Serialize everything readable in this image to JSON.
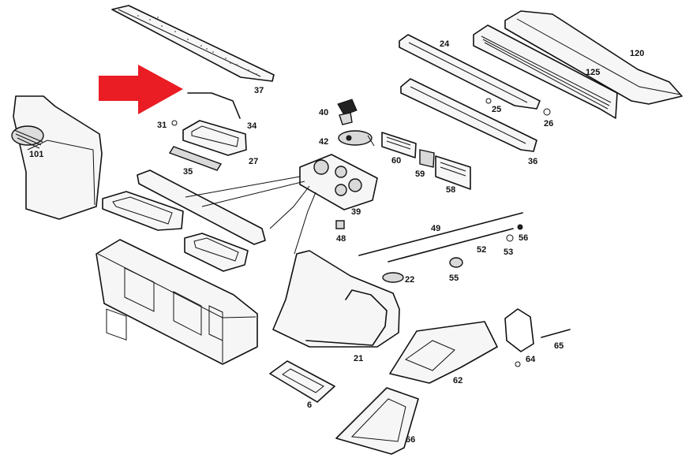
{
  "colors": {
    "arrow": "#ea1c24",
    "line": "#111111",
    "background": "#ffffff"
  },
  "labels": {
    "p120": "120",
    "p125": "125",
    "p24": "24",
    "p25": "25",
    "p26": "26",
    "p36": "36",
    "p37": "37",
    "p34": "34",
    "p31": "31",
    "p27": "27",
    "p35": "35",
    "p101": "101",
    "p40": "40",
    "p42": "42",
    "p60": "60",
    "p59": "59",
    "p58": "58",
    "p39": "39",
    "p48": "48",
    "p49": "49",
    "p56": "56",
    "p52": "52",
    "p53": "53",
    "p22": "22",
    "p55": "55",
    "p21": "21",
    "p62": "62",
    "p64": "64",
    "p65": "65",
    "p6": "6",
    "p66": "66"
  }
}
